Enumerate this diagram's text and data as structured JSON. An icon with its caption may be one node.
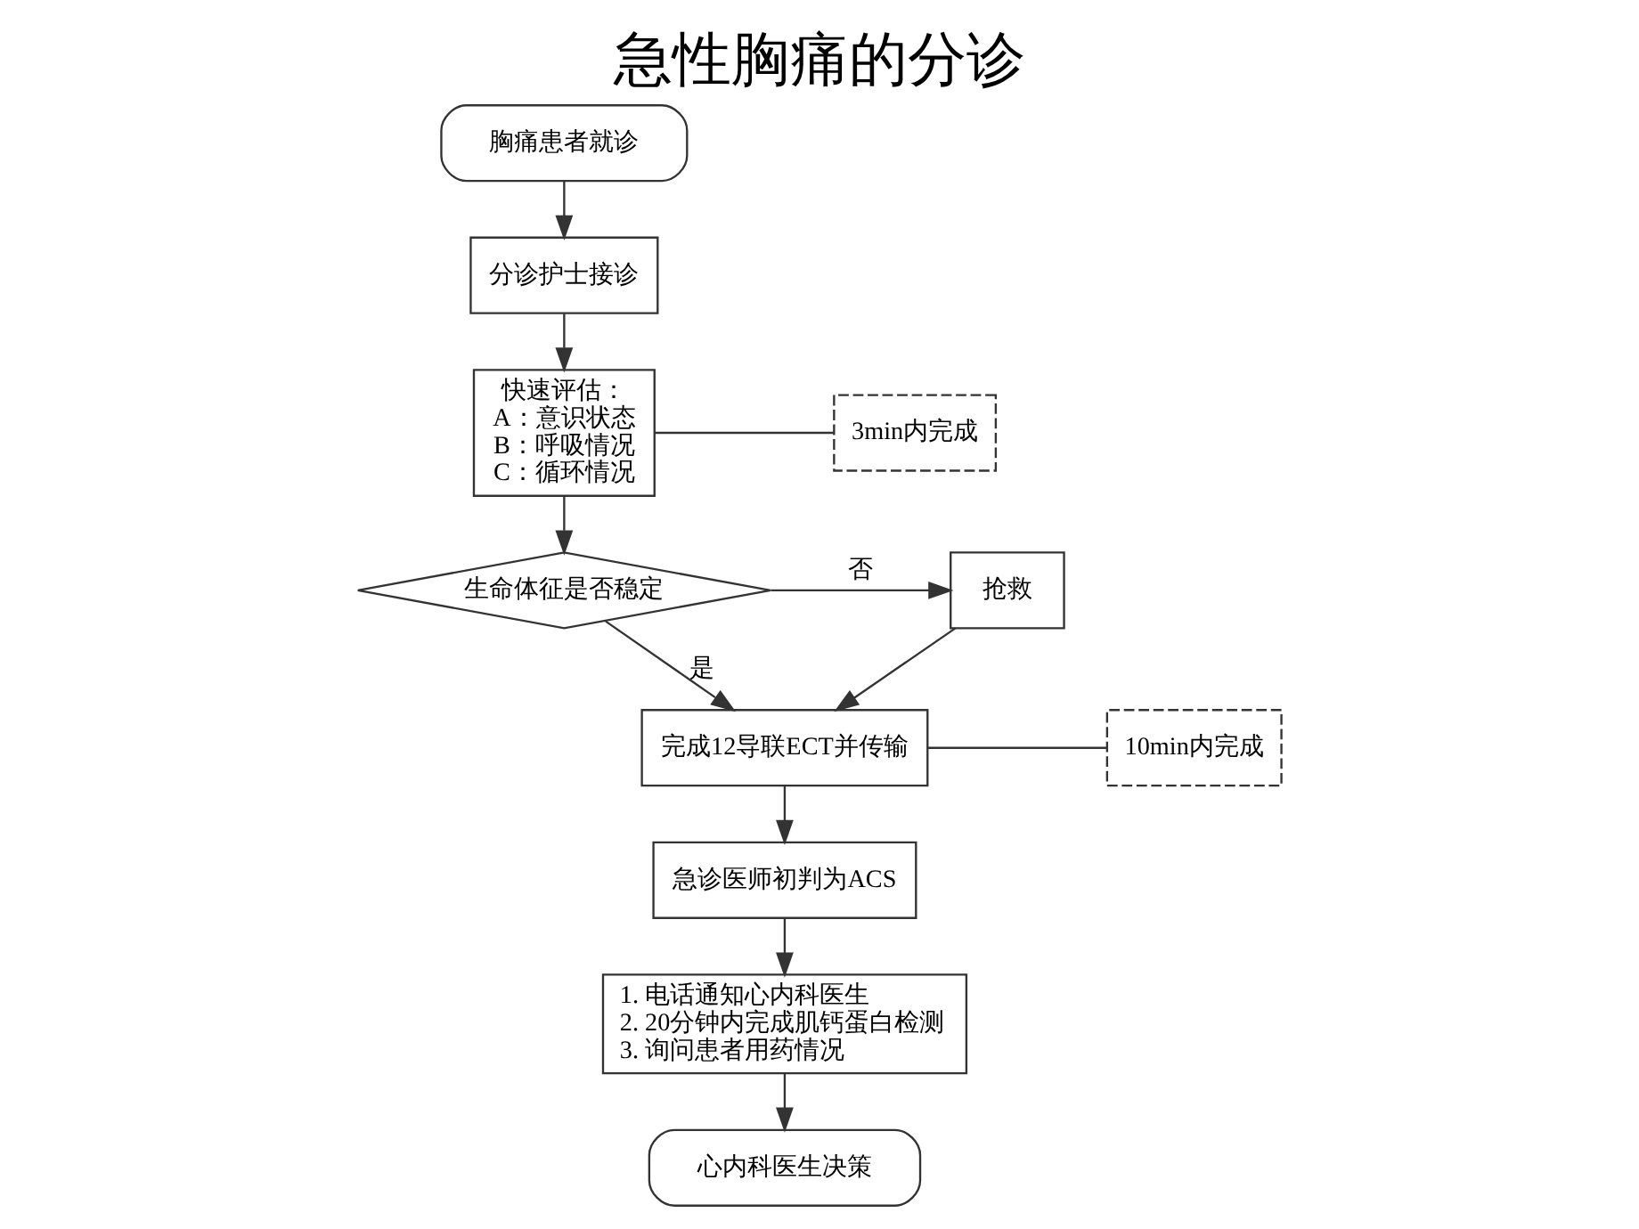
{
  "diagram": {
    "title": "急性胸痛的分诊",
    "nodes": [
      {
        "text": [
          "胸痛患者就诊"
        ]
      },
      {
        "text": [
          "分诊护士接诊"
        ]
      },
      {
        "text": [
          "快速评估：",
          "A：意识状态",
          "B：呼吸情况",
          "C：循环情况"
        ]
      },
      {
        "text": [
          "3min内完成"
        ]
      },
      {
        "text": [
          "生命体征是否稳定"
        ]
      },
      {
        "text": [
          "抢救"
        ]
      },
      {
        "text": [
          "完成12导联ECT并传输"
        ]
      },
      {
        "text": [
          "10min内完成"
        ]
      },
      {
        "text": [
          "急诊医师初判为ACS"
        ]
      },
      {
        "text": [
          "1. 电话通知心内科医生",
          "2. 20分钟内完成肌钙蛋白检测",
          "3. 询问患者用药情况"
        ]
      },
      {
        "text": [
          "心内科医生决策"
        ]
      }
    ],
    "edges": [
      {
        "from": 0,
        "to": 1,
        "arrow": "to"
      },
      {
        "from": 1,
        "to": 2,
        "arrow": "to"
      },
      {
        "from": 2,
        "to": 3,
        "arrow": "none"
      },
      {
        "from": 2,
        "to": 4,
        "arrow": "to"
      },
      {
        "from": 4,
        "to": 5,
        "arrow": "to",
        "label": "否"
      },
      {
        "from": 4,
        "to": 6,
        "arrow": "to",
        "label": "是"
      },
      {
        "from": 5,
        "to": 6,
        "arrow": "to"
      },
      {
        "from": 6,
        "to": 7,
        "arrow": "none"
      },
      {
        "from": 6,
        "to": 8,
        "arrow": "to"
      },
      {
        "from": 8,
        "to": 9,
        "arrow": "to"
      },
      {
        "from": 9,
        "to": 10,
        "arrow": "to"
      }
    ]
  }
}
